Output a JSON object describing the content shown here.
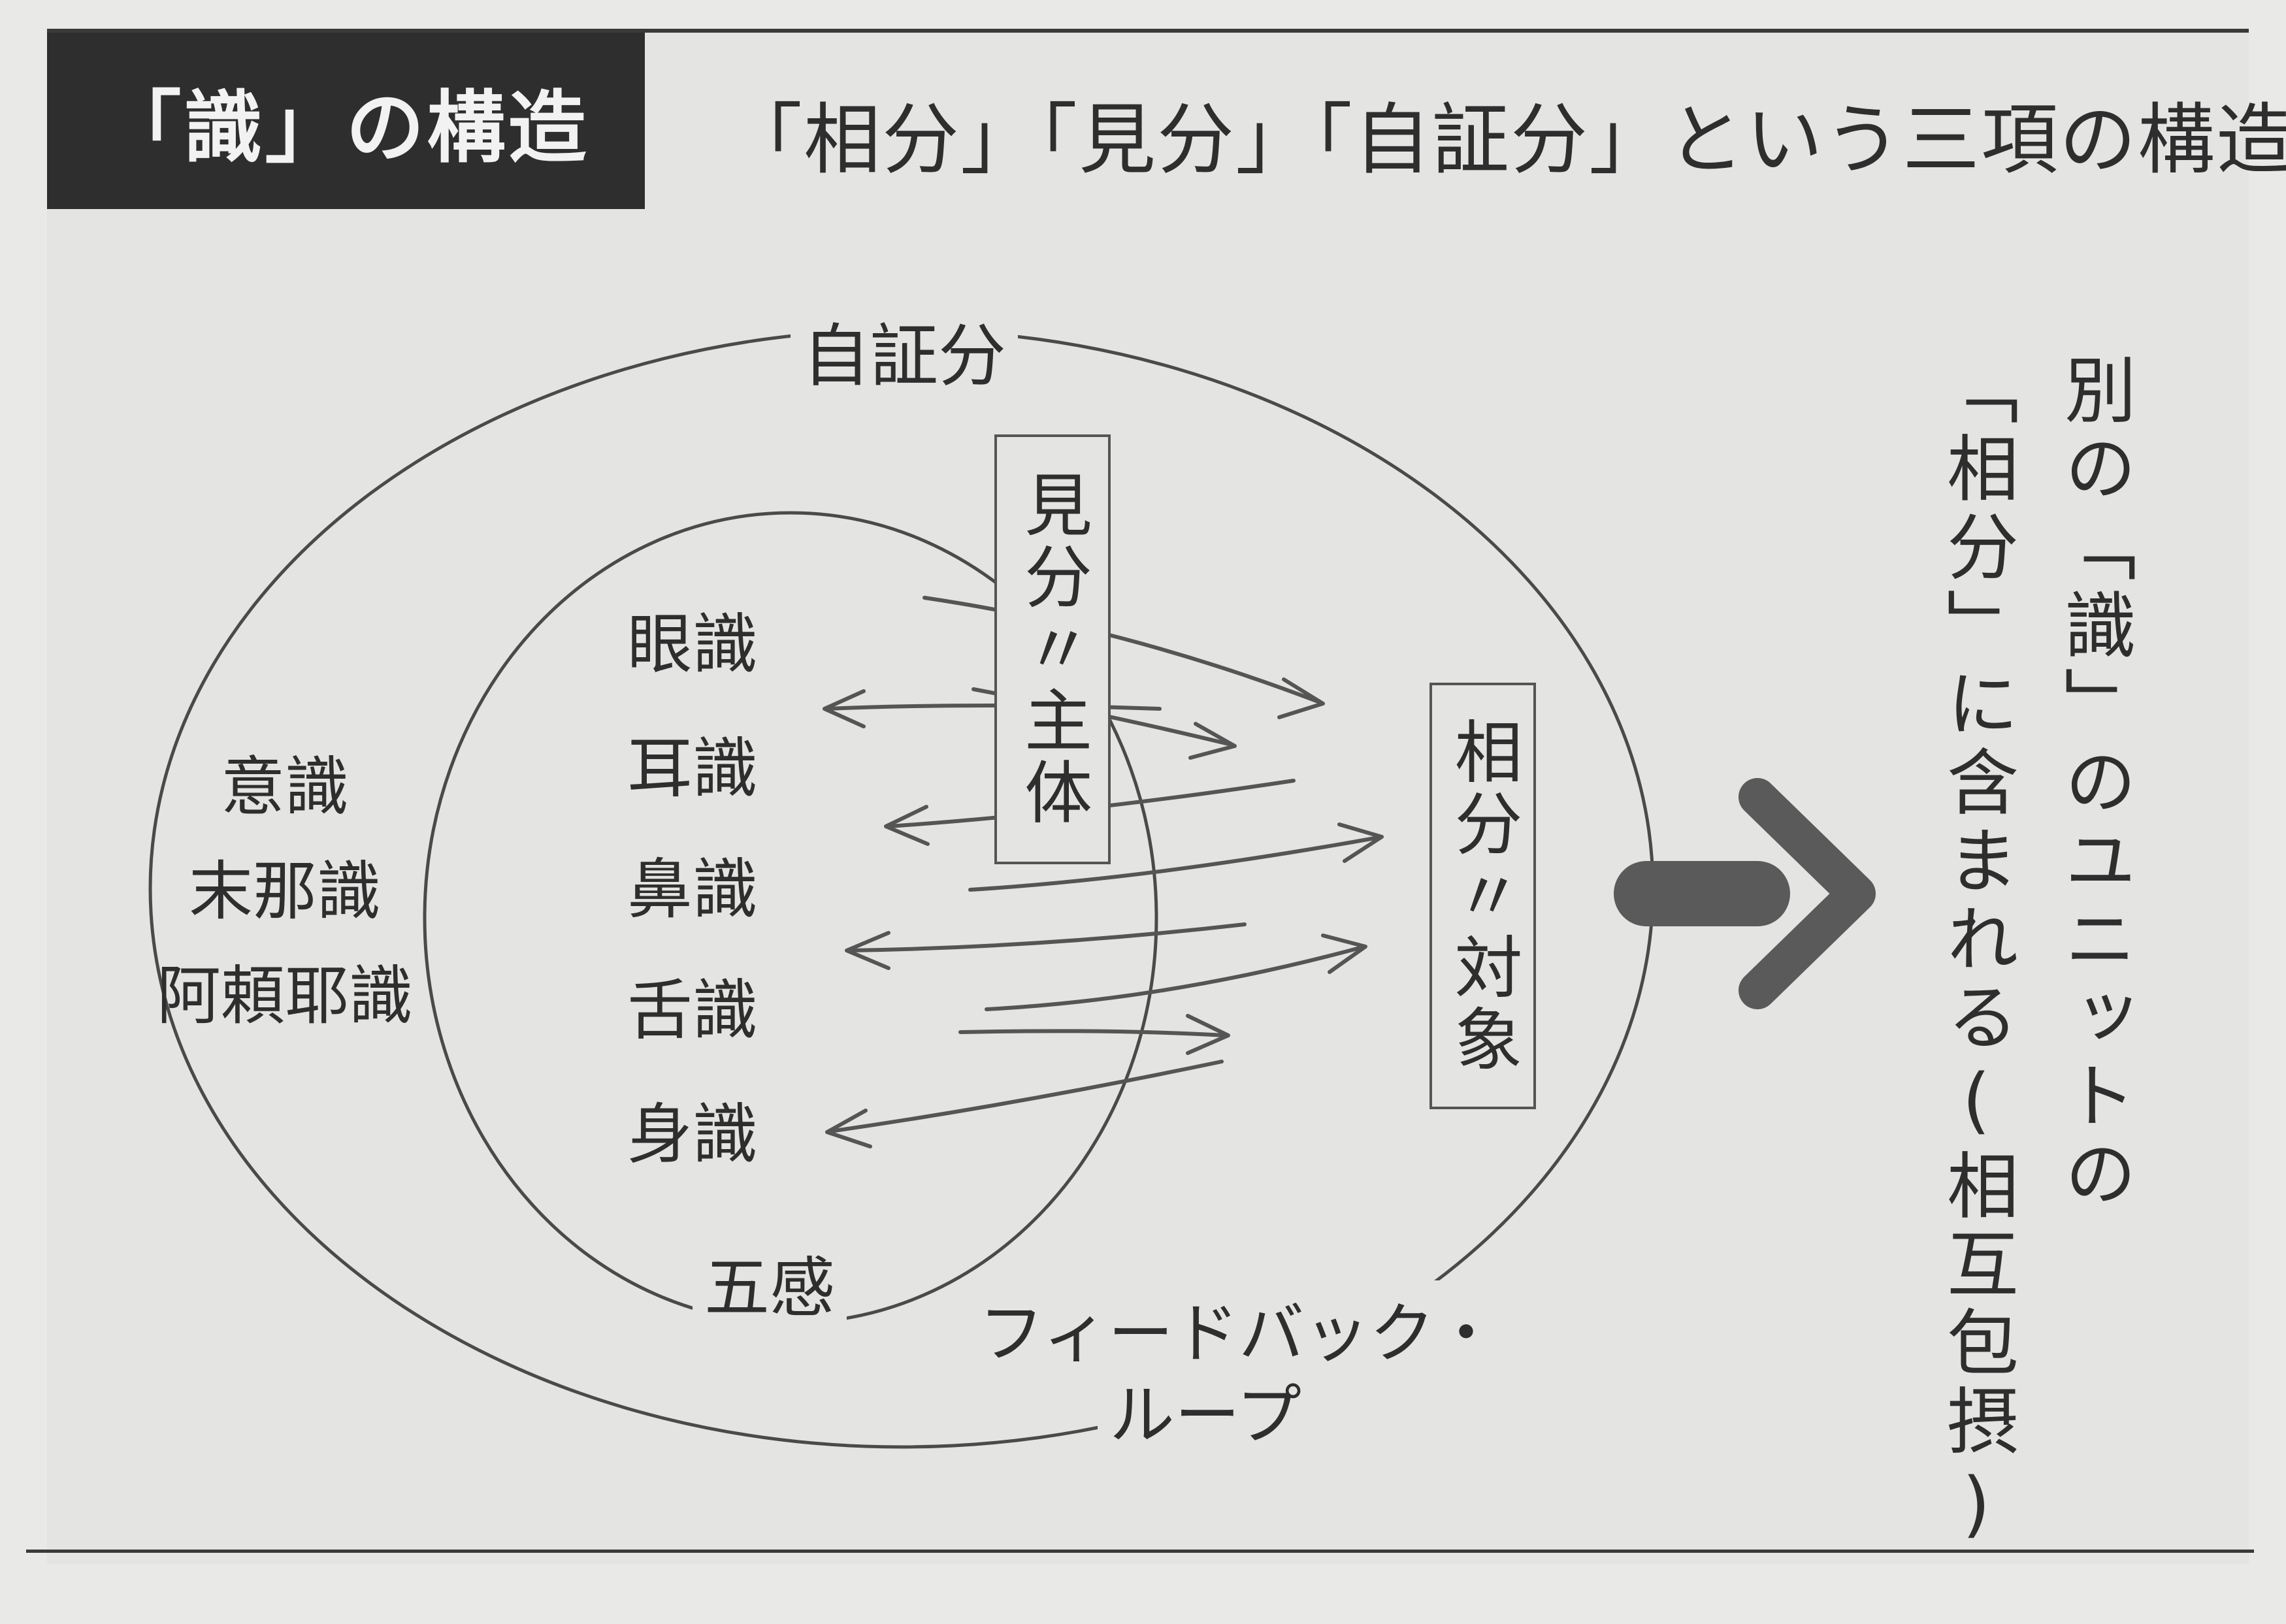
{
  "header": {
    "title": "「識」の構造",
    "subtitle": "「相分」「見分」「自証分」という三項の構造"
  },
  "diagram": {
    "outer_label": "自証分",
    "inner_label": "五感",
    "left_labels": [
      "意識",
      "末那識",
      "阿頼耶識"
    ],
    "senses": [
      "眼識",
      "耳識",
      "鼻識",
      "舌識",
      "身識"
    ],
    "kenbun_box": "見分〃主体",
    "soubun_box": "相分〃対象",
    "feedback_line1": "フィードバック・",
    "feedback_line2": "ループ",
    "right_text_col1": "別の「識」のユニットの",
    "right_text_col2": "「相分」に含まれる(相互包摂)"
  },
  "colors": {
    "background": "#e4e4e2",
    "title_bg": "#2e2e2e",
    "line": "#4a4a4a",
    "arrow_fill": "#5a5a5a"
  }
}
